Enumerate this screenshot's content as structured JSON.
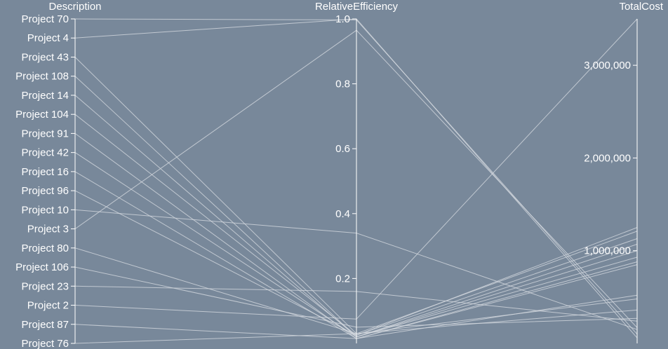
{
  "chart_data": {
    "type": "parallel-coordinates",
    "colors": {
      "background": "#78889a",
      "axis": "#ffffff",
      "line": "#d3d8de"
    },
    "axes": [
      {
        "key": "Description",
        "label": "Description",
        "kind": "categorical",
        "categories": [
          "Project 70",
          "Project 4",
          "Project 43",
          "Project 108",
          "Project 14",
          "Project 104",
          "Project 91",
          "Project 42",
          "Project 16",
          "Project 96",
          "Project 10",
          "Project 3",
          "Project 80",
          "Project 106",
          "Project 23",
          "Project 2",
          "Project 87",
          "Project 76"
        ]
      },
      {
        "key": "RelativeEfficiency",
        "label": "RelativeEfficiency",
        "kind": "linear",
        "domain": [
          0,
          1
        ],
        "ticks": [
          0.2,
          0.4,
          0.6,
          0.8,
          1.0
        ],
        "tick_labels": [
          "0.2",
          "0.4",
          "0.6",
          "0.8",
          "1.0"
        ]
      },
      {
        "key": "TotalCost",
        "label": "TotalCost",
        "kind": "linear",
        "domain": [
          0,
          3500000
        ],
        "ticks": [
          1000000,
          2000000,
          3000000
        ],
        "tick_labels": [
          "1,000,000",
          "2,000,000",
          "3,000,000"
        ]
      }
    ],
    "records": [
      {
        "Description": "Project 70",
        "RelativeEfficiency": 0.997,
        "TotalCost": 100000
      },
      {
        "Description": "Project 4",
        "RelativeEfficiency": 1.0,
        "TotalCost": 60000
      },
      {
        "Description": "Project 43",
        "RelativeEfficiency": 0.03,
        "TotalCost": 1210000
      },
      {
        "Description": "Project 108",
        "RelativeEfficiency": 0.02,
        "TotalCost": 1070000
      },
      {
        "Description": "Project 14",
        "RelativeEfficiency": 0.02,
        "TotalCost": 930000
      },
      {
        "Description": "Project 104",
        "RelativeEfficiency": 0.025,
        "TotalCost": 1130000
      },
      {
        "Description": "Project 91",
        "RelativeEfficiency": 0.015,
        "TotalCost": 880000
      },
      {
        "Description": "Project 42",
        "RelativeEfficiency": 0.02,
        "TotalCost": 1000000
      },
      {
        "Description": "Project 16",
        "RelativeEfficiency": 0.015,
        "TotalCost": 850000
      },
      {
        "Description": "Project 96",
        "RelativeEfficiency": 0.025,
        "TotalCost": 1250000
      },
      {
        "Description": "Project 10",
        "RelativeEfficiency": 0.34,
        "TotalCost": 150000
      },
      {
        "Description": "Project 3",
        "RelativeEfficiency": 0.965,
        "TotalCost": 170000
      },
      {
        "Description": "Project 80",
        "RelativeEfficiency": 0.03,
        "TotalCost": 480000
      },
      {
        "Description": "Project 106",
        "RelativeEfficiency": 0.05,
        "TotalCost": 270000
      },
      {
        "Description": "Project 23",
        "RelativeEfficiency": 0.16,
        "TotalCost": 240000
      },
      {
        "Description": "Project 2",
        "RelativeEfficiency": 0.075,
        "TotalCost": 3500000
      },
      {
        "Description": "Project 87",
        "RelativeEfficiency": 0.015,
        "TotalCost": 520000
      },
      {
        "Description": "Project 76",
        "RelativeEfficiency": 0.03,
        "TotalCost": 360000
      }
    ]
  }
}
